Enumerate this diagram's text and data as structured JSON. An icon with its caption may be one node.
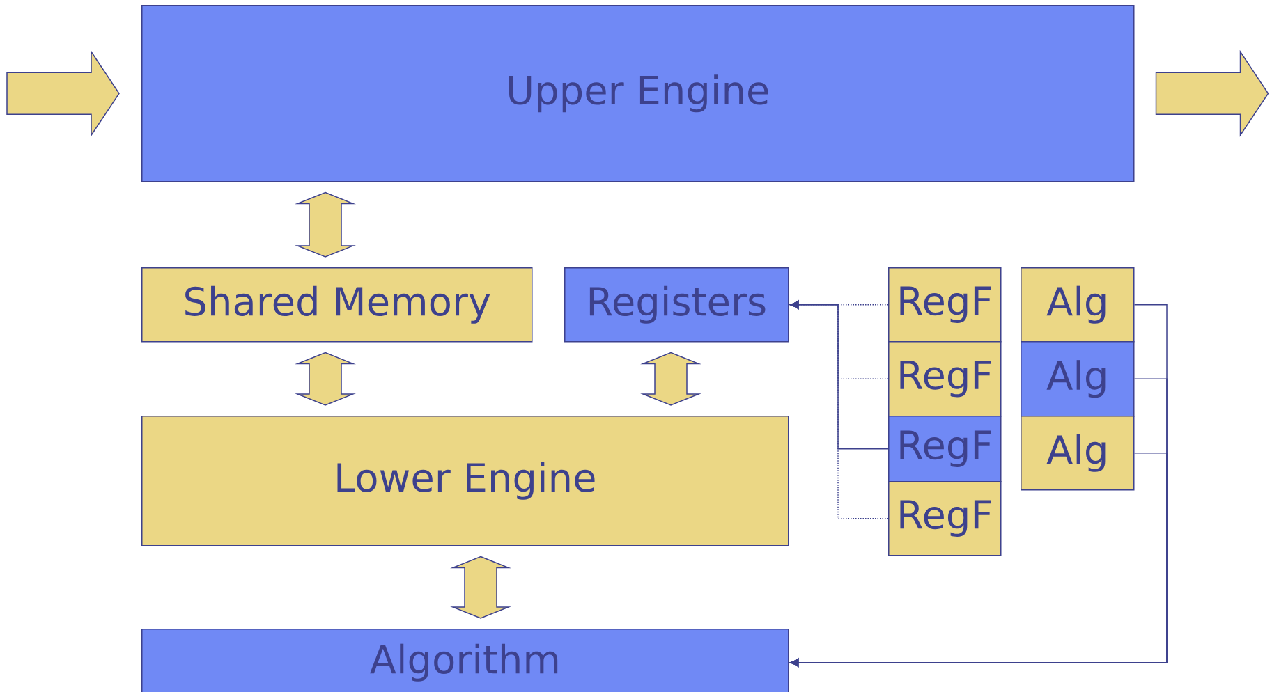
{
  "diagram": {
    "nodes": [
      {
        "text": [
          "Upper Engine"
        ]
      },
      {
        "text": [
          "Shared Memory"
        ]
      },
      {
        "text": [
          "Registers"
        ]
      },
      {
        "text": [
          "RegF"
        ]
      },
      {
        "text": [
          "RegF"
        ]
      },
      {
        "text": [
          "RegF"
        ]
      },
      {
        "text": [
          "RegF"
        ]
      },
      {
        "text": [
          "Alg"
        ]
      },
      {
        "text": [
          "Alg"
        ]
      },
      {
        "text": [
          "Alg"
        ]
      },
      {
        "text": [
          "Lower Engine"
        ]
      },
      {
        "text": [
          "Algorithm"
        ]
      }
    ],
    "edges": [
      {
        "from": null,
        "to": 0,
        "arrow": "to"
      },
      {
        "from": 0,
        "to": null,
        "arrow": "to"
      },
      {
        "from": 0,
        "to": 1,
        "arrow": "both"
      },
      {
        "from": 1,
        "to": 10,
        "arrow": "both"
      },
      {
        "from": 2,
        "to": 10,
        "arrow": "both"
      },
      {
        "from": 10,
        "to": 11,
        "arrow": "both"
      },
      {
        "from": 3,
        "to": 2,
        "arrow": "to",
        "style": "dashed"
      },
      {
        "from": 4,
        "to": 2,
        "arrow": "to",
        "style": "dashed"
      },
      {
        "from": 5,
        "to": 2,
        "arrow": "to"
      },
      {
        "from": 6,
        "to": 2,
        "arrow": "to",
        "style": "dashed"
      },
      {
        "from": 7,
        "to": 11,
        "arrow": "to"
      },
      {
        "from": 8,
        "to": 11,
        "arrow": "to"
      },
      {
        "from": 9,
        "to": 11,
        "arrow": "to"
      }
    ]
  }
}
